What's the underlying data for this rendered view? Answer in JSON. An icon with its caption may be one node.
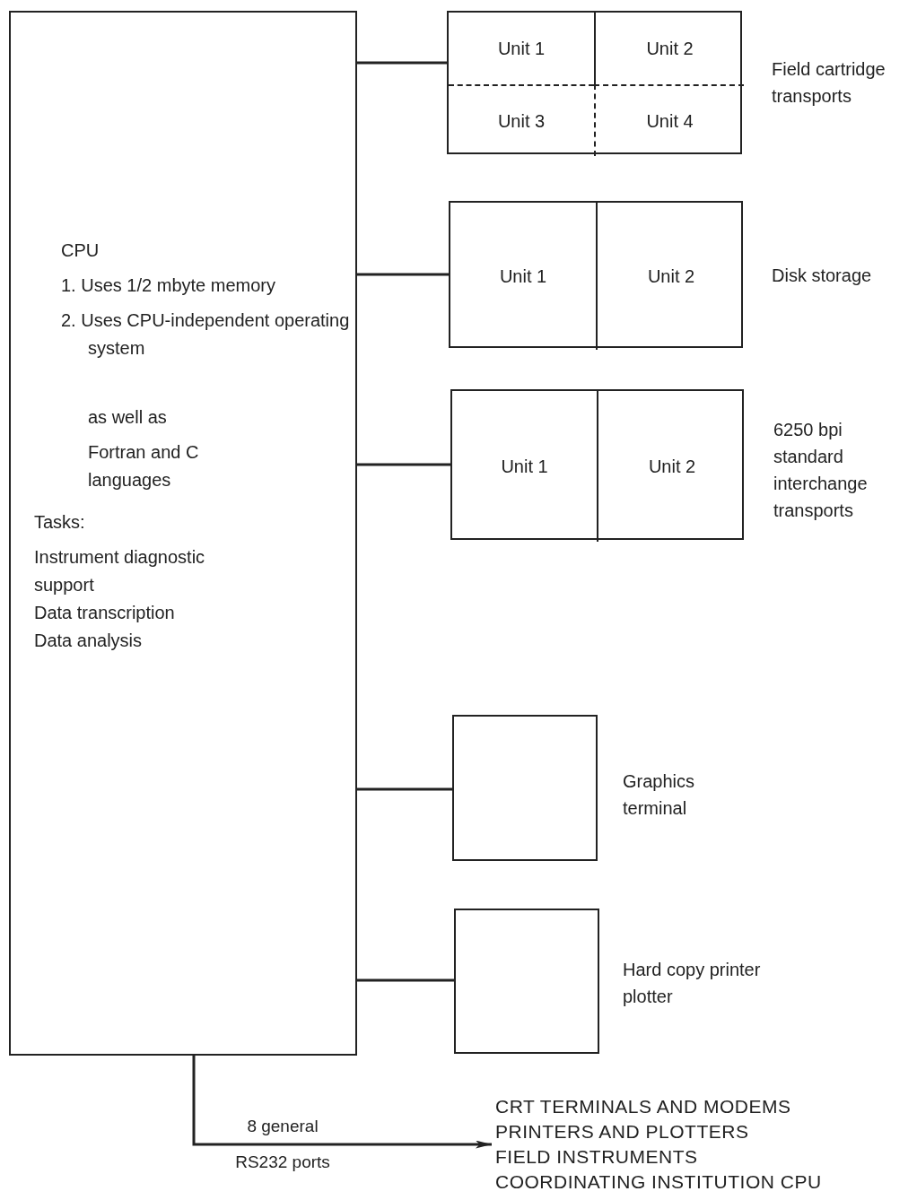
{
  "diagram": {
    "nodes": [
      {
        "text": [
          "CPU",
          "1. Uses 1/2 mbyte memory",
          "2. Uses CPU-independent operating system",
          "as well as",
          "Fortran and C languages",
          "Tasks:",
          "Instrument diagnostic support",
          "Data transcription",
          "Data analysis"
        ]
      },
      {
        "text": [],
        "shape": "box",
        "beside": [
          "Field cartridge transports"
        ]
      },
      {
        "text": [
          "Unit 1"
        ],
        "in": 1
      },
      {
        "text": [
          "Unit 2"
        ],
        "in": 1
      },
      {
        "text": [
          "Unit 3"
        ],
        "in": 1
      },
      {
        "text": [
          "Unit 4"
        ],
        "in": 1
      },
      {
        "text": [],
        "shape": "box",
        "beside": [
          "Disk storage"
        ]
      },
      {
        "text": [
          "Unit 1"
        ],
        "in": 6
      },
      {
        "text": [
          "Unit 2"
        ],
        "in": 6
      },
      {
        "text": [],
        "shape": "box",
        "beside": [
          "6250 bpi standard interchange transports"
        ]
      },
      {
        "text": [
          "Unit 1"
        ],
        "in": 9
      },
      {
        "text": [
          "Unit 2"
        ],
        "in": 9
      },
      {
        "text": [],
        "shape": "box",
        "beside": [
          "Graphics terminal"
        ]
      },
      {
        "text": [],
        "shape": "box",
        "beside": [
          "Hard copy printer plotter"
        ]
      },
      {
        "text": [
          "CRT TERMINALS AND MODEMS",
          "PRINTERS AND PLOTTERS",
          "FIELD INSTRUMENTS",
          "COORDINATING INSTITUTION CPU"
        ]
      }
    ],
    "edges": [
      {
        "from": 0,
        "to": 1,
        "arrow": "none"
      },
      {
        "from": 0,
        "to": 6,
        "arrow": "none"
      },
      {
        "from": 0,
        "to": 9,
        "arrow": "none"
      },
      {
        "from": 0,
        "to": 12,
        "arrow": "none"
      },
      {
        "from": 0,
        "to": 13,
        "arrow": "none"
      },
      {
        "from": 0,
        "to": 14,
        "arrow": "to",
        "label": "8 general RS232 ports"
      }
    ]
  }
}
